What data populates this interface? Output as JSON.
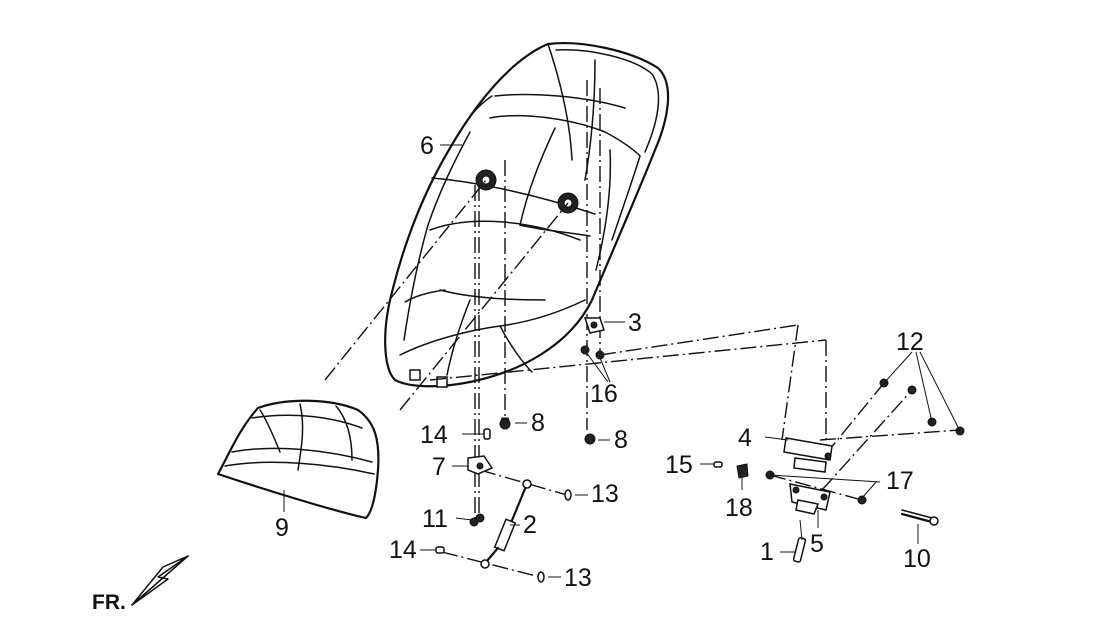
{
  "labels": {
    "p1": "1",
    "p2": "2",
    "p3": "3",
    "p4": "4",
    "p5": "5",
    "p6": "6",
    "p7": "7",
    "p8a": "8",
    "p8b": "8",
    "p9": "9",
    "p10": "10",
    "p11": "11",
    "p12": "12",
    "p13a": "13",
    "p13b": "13",
    "p14a": "14",
    "p14b": "14",
    "p15": "15",
    "p16": "16",
    "p17": "17",
    "p18": "18"
  },
  "direction_marker": "FR."
}
